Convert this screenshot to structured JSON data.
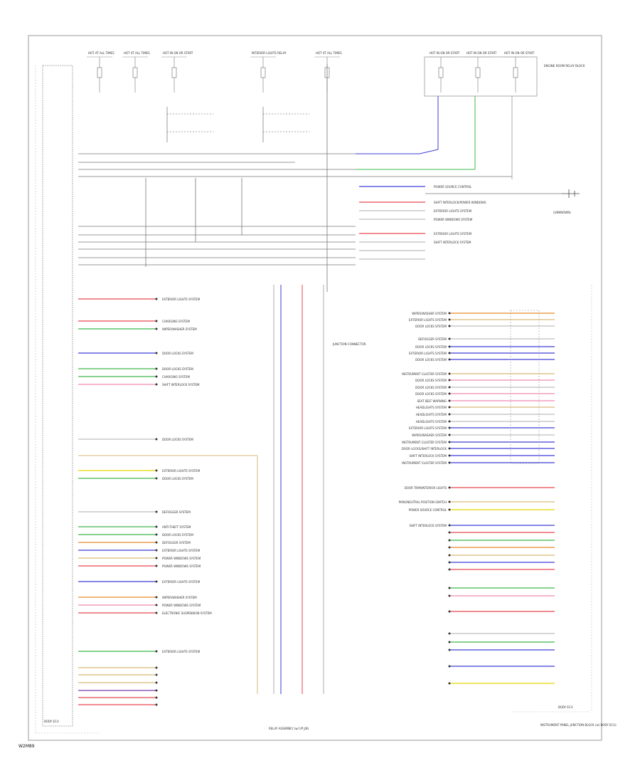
{
  "diagram": {
    "footer_code": "W2M89",
    "left_module_label": "BODY ECU",
    "right_module_label": "BODY ECU",
    "bottom_center_label": "RELAY ASSEMBLY (w/ I/P J/B)",
    "bottom_right_label": "INSTRUMENT PANEL JUNCTION BLOCK (w/ BODY ECU)",
    "fuse_labels": [
      "HOT AT ALL TIMES",
      "HOT AT ALL TIMES",
      "HOT IN ON OR START",
      "INTERIOR LIGHTS RELAY",
      "HOT AT ALL TIMES",
      "HOT IN ON OR START",
      "HOT IN ON OR START",
      "HOT IN ON OR START"
    ],
    "top_right_box_label": "ENGINE ROOM RELAY BLOCK",
    "connector_label": "JUNCTION CONNECTOR",
    "unknown_left_label": "(UNKNOWN)",
    "left_wire_systems": [
      "EXTERIOR LIGHTS SYSTEM",
      "CHARGING SYSTEM",
      "WIPER/WASHER SYSTEM",
      "DOOR LOCKS SYSTEM",
      "DOOR LOCKS SYSTEM",
      "CHARGING SYSTEM",
      "SHIFT INTERLOCK SYSTEM",
      "DOOR LOCKS SYSTEM",
      "EXTERIOR LIGHTS SYSTEM",
      "DOOR LOCKS SYSTEM",
      "DEFOGGER SYSTEM",
      "ANTI-THEFT SYSTEM",
      "DOOR LOCKS SYSTEM",
      "DEFOGGER SYSTEM",
      "EXTERIOR LIGHTS SYSTEM",
      "POWER WINDOWS SYSTEM",
      "POWER WINDOWS SYSTEM",
      "EXTERIOR LIGHTS SYSTEM",
      "WIPER/WASHER SYSTEM",
      "POWER WINDOWS SYSTEM",
      "ELECTRONIC SUSPENSION SYSTEM",
      "EXTERIOR LIGHTS SYSTEM"
    ],
    "right_wire_systems": [
      "WIPER/WASHER SYSTEM",
      "EXTERIOR LIGHTS SYSTEM",
      "DOOR LOCKS SYSTEM",
      "DEFOGGER SYSTEM",
      "DOOR LOCKS SYSTEM",
      "EXTERIOR LIGHTS SYSTEM",
      "DOOR LOCKS SYSTEM",
      "INSTRUMENT CLUSTER SYSTEM",
      "DOOR LOCKS SYSTEM",
      "DOOR LOCKS SYSTEM",
      "DOOR LOCKS SYSTEM",
      "SEAT BELT WARNING",
      "HEADLIGHTS SYSTEM",
      "HEADLIGHTS SYSTEM",
      "HEADLIGHTS SYSTEM",
      "EXTERIOR LIGHTS SYSTEM",
      "WIPER/WASHER SYSTEM",
      "INSTRUMENT CLUSTER SYSTEM",
      "DOOR LOCKS/SHIFT INTERLOCK",
      "SHIFT INTERLOCK SYSTEM",
      "INSTRUMENT CLUSTER SYSTEM",
      "DOOR TRIM/INTERIOR LIGHTS",
      "PARK/NEUTRAL POSITION SWITCH",
      "POWER SOURCE CONTROL",
      "SHIFT INTERLOCK SYSTEM"
    ],
    "mid_wire_systems": [
      "POWER SOURCE CONTROL",
      "SHIFT INTERLOCK/POWER WINDOWS",
      "EXTERIOR LIGHTS SYSTEM",
      "POWER WINDOWS SYSTEM",
      "EXTERIOR LIGHTS SYSTEM",
      "SHIFT INTERLOCK SYSTEM"
    ],
    "colors": {
      "red": "#e8474d",
      "green": "#3fb84a",
      "blue": "#3d3dd8",
      "yellow": "#e8d500",
      "orange": "#e88a2a",
      "pink": "#f08ab0",
      "purple": "#7a3aa8",
      "tan": "#d9b978",
      "gray": "#bdbdbd",
      "black": "#555555"
    }
  }
}
